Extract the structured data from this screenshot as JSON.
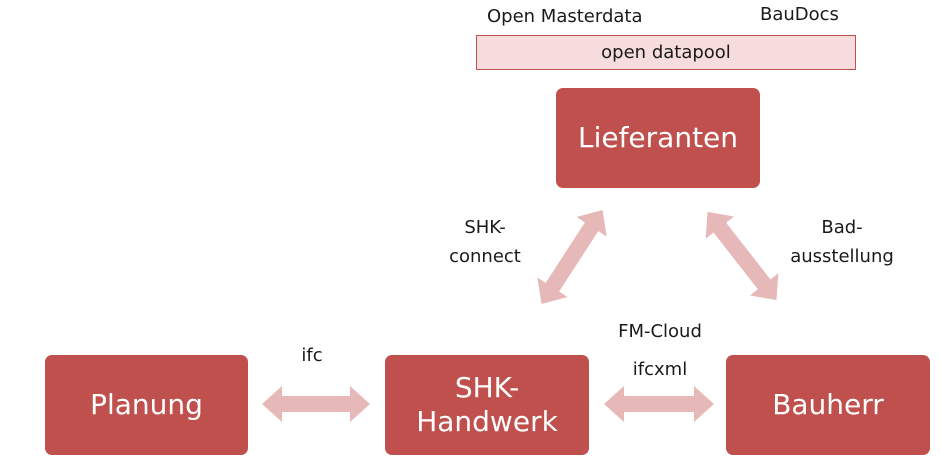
{
  "top_labels": {
    "open_masterdata": "Open Masterdata",
    "baudocs": "BauDocs"
  },
  "datapool": {
    "label": "open datapool"
  },
  "nodes": {
    "lieferanten": "Lieferanten",
    "planung": "Planung",
    "shk_line1": "SHK-",
    "shk_line2": "Handwerk",
    "bauherr": "Bauherr"
  },
  "edge_labels": {
    "shk_connect_line1": "SHK-",
    "shk_connect_line2": "connect",
    "bad_line1": "Bad-",
    "bad_line2": "ausstellung",
    "fm_cloud": "FM-Cloud",
    "ifcxml": "ifcxml",
    "ifc": "ifc"
  },
  "colors": {
    "node_fill": "#c0504d",
    "arrow_fill": "#e6b9b8",
    "datapool_fill": "#f6dcdc"
  }
}
